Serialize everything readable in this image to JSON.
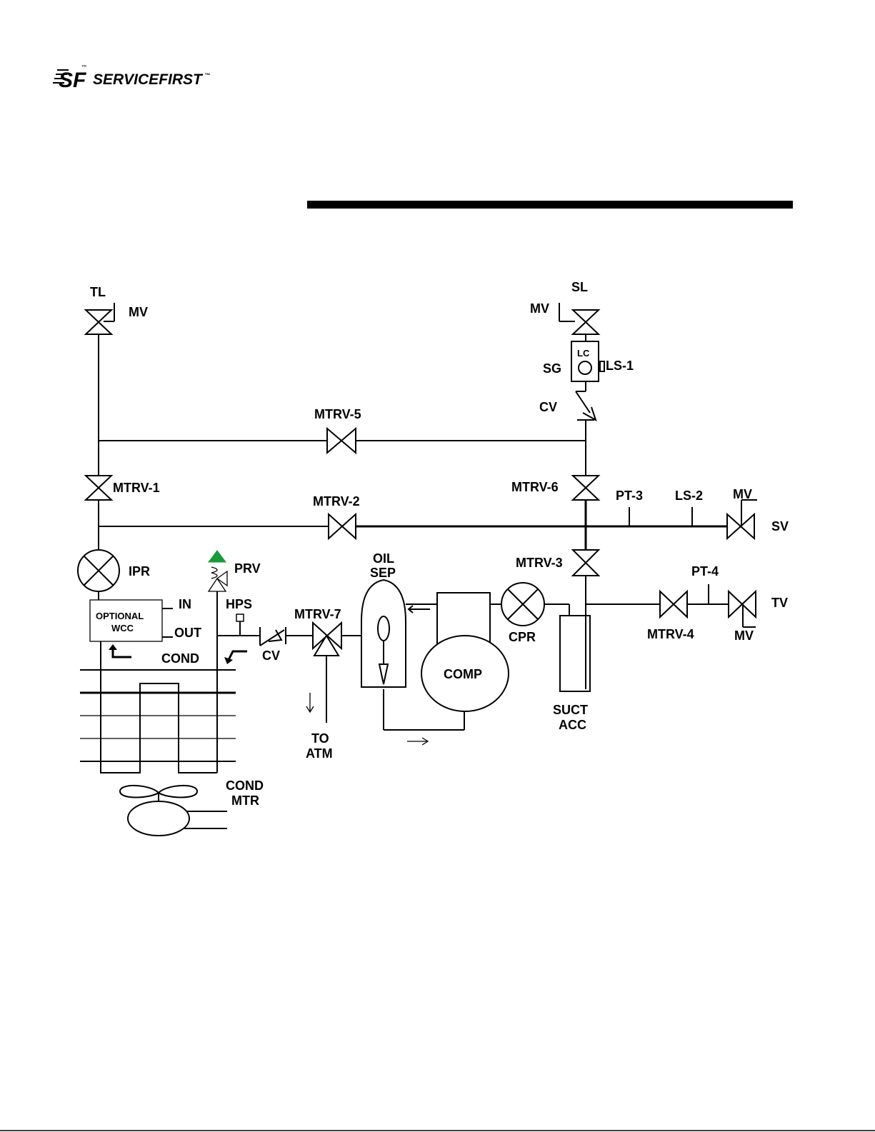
{
  "logo": {
    "initials": "SF",
    "wordmark": "SERVICEFIRST",
    "tm": "™"
  },
  "labels": {
    "tl": "TL",
    "mv_tl": "MV",
    "sl": "SL",
    "mv_sl": "MV",
    "lc": "LC",
    "sg": "SG",
    "ls1": "LS-1",
    "cv_top": "CV",
    "mtrv5": "MTRV-5",
    "mtrv1": "MTRV-1",
    "mtrv6": "MTRV-6",
    "mtrv2": "MTRV-2",
    "pt3": "PT-3",
    "ls2": "LS-2",
    "mv_sv": "MV",
    "sv": "SV",
    "ipr": "IPR",
    "prv": "PRV",
    "oil": "OIL",
    "sep": "SEP",
    "mtrv3": "MTRV-3",
    "pt4": "PT-4",
    "optional": "OPTIONAL",
    "wcc": "WCC",
    "in": "IN",
    "out": "OUT",
    "hps": "HPS",
    "mtrv7": "MTRV-7",
    "tv": "TV",
    "cpr": "CPR",
    "mtrv4": "MTRV-4",
    "mv_tv": "MV",
    "cond": "COND",
    "cv_bottom": "CV",
    "comp": "COMP",
    "to": "TO",
    "atm": "ATM",
    "suct": "SUCT",
    "acc": "ACC",
    "cond_mtr_1": "COND",
    "cond_mtr_2": "MTR"
  },
  "colors": {
    "prv_cap": "#1a9a3a",
    "line": "#000000"
  }
}
